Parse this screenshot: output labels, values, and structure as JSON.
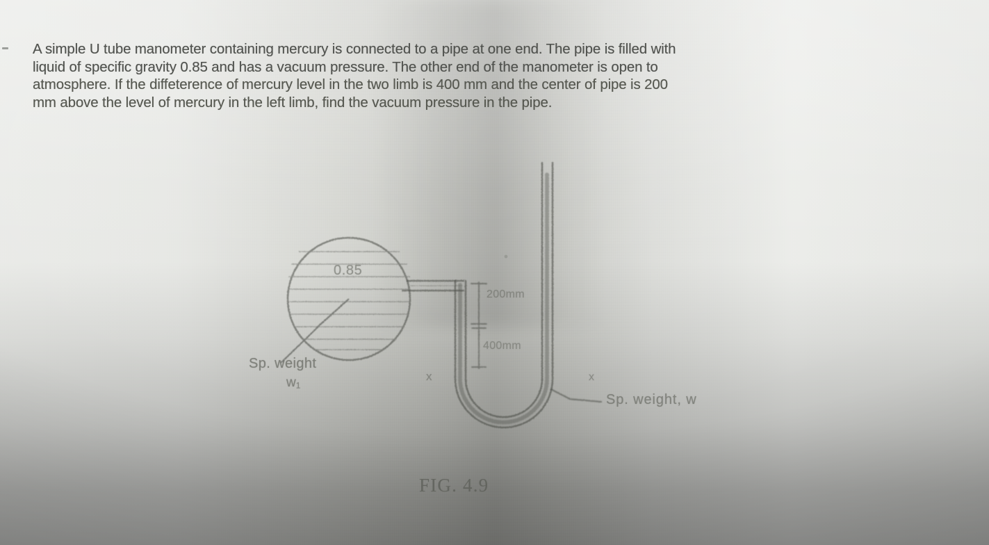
{
  "document": {
    "type": "textbook-problem-photo",
    "problem_text": {
      "line1": "A simple U tube manometer containing mercury is connected to a pipe at one end. The pipe is filled with",
      "line2": "liquid of specific gravity 0.85 and has a vacuum pressure. The other end of the manometer is open to",
      "line3": "atmosphere. If the diffeterence of mercury level in the two limb is 400 mm and the center of pipe is 200",
      "line4": "mm above the level of mercury in the left limb, find the vacuum pressure in the pipe."
    },
    "figure": {
      "caption": "FIG. 4.9",
      "pipe_specific_gravity_label": "0.85",
      "pipe_sp_weight_label": "Sp. weight",
      "pipe_sp_weight_symbol": "w",
      "pipe_sp_weight_subscript": "1",
      "mercury_sp_weight_label": "Sp. weight, w",
      "dimension_top": "200mm",
      "dimension_bottom": "400mm",
      "datum_left": "x",
      "datum_right": "x"
    },
    "colors": {
      "paper": "#cfd0cb",
      "print_ink": "#50524e",
      "pencil_ink": "#6b6d66",
      "caption_ink": "#5d5f59"
    }
  },
  "chart_data": {
    "type": "diagram",
    "title": "FIG. 4.9",
    "subject": "Simple U-tube mercury manometer connected to a pipe",
    "annotations": [
      {
        "label": "0.85",
        "meaning": "specific gravity of liquid in pipe"
      },
      {
        "label": "Sp. weight w1",
        "meaning": "specific weight of pipe liquid"
      },
      {
        "label": "Sp. weight, w",
        "meaning": "specific weight of mercury"
      },
      {
        "label": "200mm",
        "meaning": "center of pipe above mercury level in left limb"
      },
      {
        "label": "400mm",
        "meaning": "difference of mercury level in the two limbs"
      },
      {
        "label": "x - x",
        "meaning": "datum line through mercury surface in left limb"
      }
    ]
  }
}
